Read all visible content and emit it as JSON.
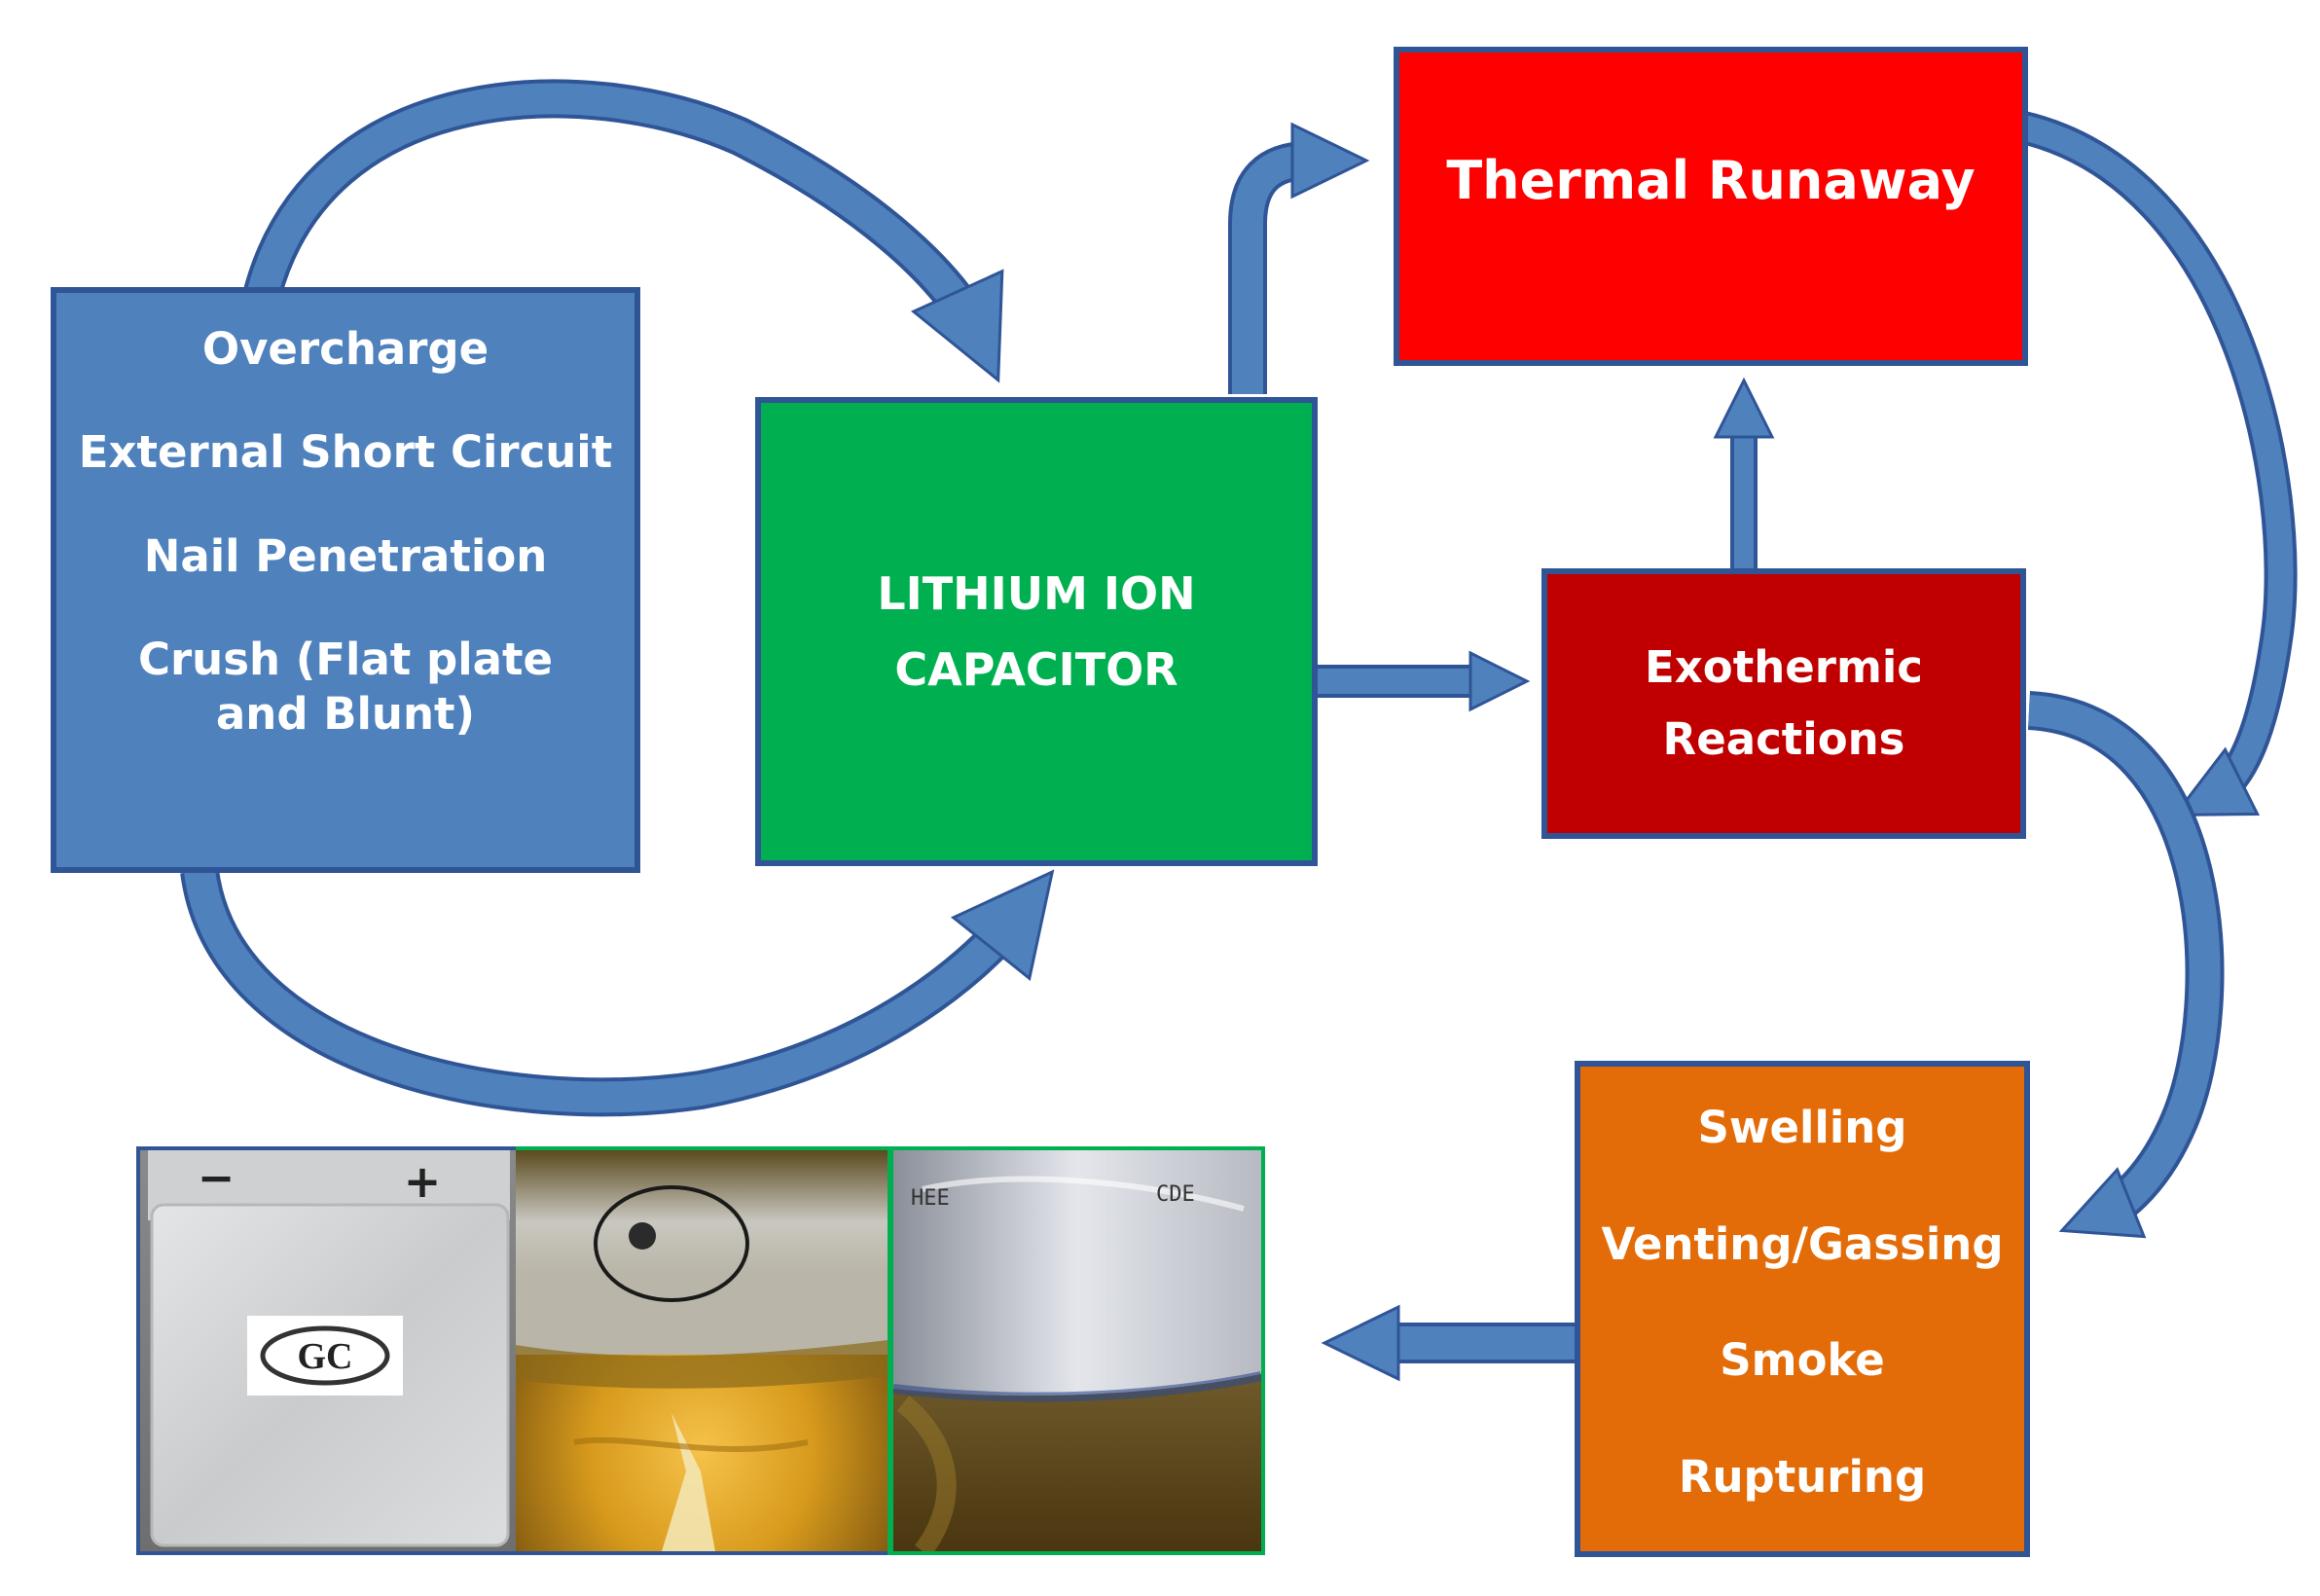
{
  "causes": {
    "items": [
      "Overcharge",
      "External Short Circuit",
      "Nail Penetration",
      "Crush (Flat plate and Blunt)"
    ]
  },
  "center": {
    "line1": "LITHIUM ION",
    "line2": "CAPACITOR"
  },
  "thermal_runaway": {
    "label": "Thermal Runaway"
  },
  "exothermic": {
    "line1": "Exothermic",
    "line2": "Reactions"
  },
  "effects": {
    "items": [
      "Swelling",
      "Venting/Gassing",
      "Smoke",
      "Rupturing"
    ]
  },
  "photos": {
    "cell_logo": "GC",
    "minus_sign": "−",
    "plus_sign": "+",
    "tab_label_1": "HEE",
    "tab_label_2": "CDE"
  },
  "colors": {
    "causes_fill": "#4f81bd",
    "capacitor_fill": "#00b050",
    "thermal_runaway_fill": "#ff0000",
    "exothermic_fill": "#c00000",
    "effects_fill": "#e36c09",
    "arrow_fill": "#4f81bd",
    "arrow_outline": "#2f5597"
  }
}
